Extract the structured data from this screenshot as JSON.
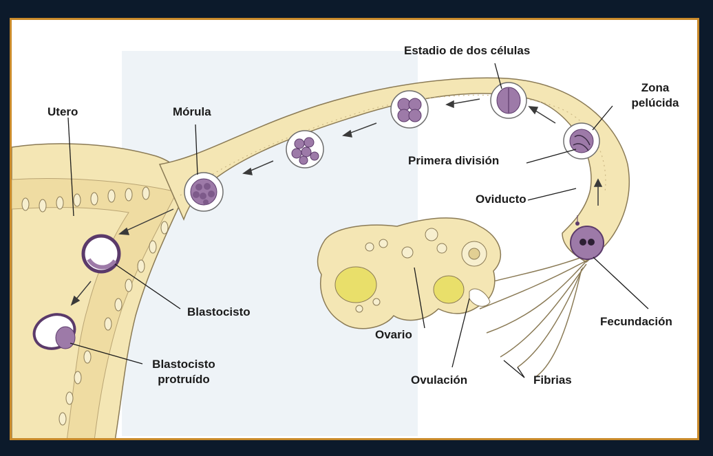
{
  "labels": {
    "estadio": "Estadio de dos células",
    "zona_line1": "Zona",
    "zona_line2": "pelúcida",
    "utero": "Utero",
    "morula": "Mórula",
    "primera_division": "Primera división",
    "oviducto": "Oviducto",
    "blastocisto": "Blastocisto",
    "ovario": "Ovario",
    "fecundacion": "Fecundación",
    "blastocisto_protruido_line1": "Blastocisto",
    "blastocisto_protruido_line2": "protruído",
    "ovulacion": "Ovulación",
    "fibrias": "Fibrias"
  },
  "colors": {
    "tissue": "#f4e6b4",
    "tissue_dark": "#e2cf93",
    "outline": "#8a7a55",
    "cell": "#9d7aa8",
    "cell_dark": "#5b3a6a",
    "follicle": "#e9df6a",
    "background_panel": "#eef3f7",
    "frame_border": "#c98a2a"
  }
}
